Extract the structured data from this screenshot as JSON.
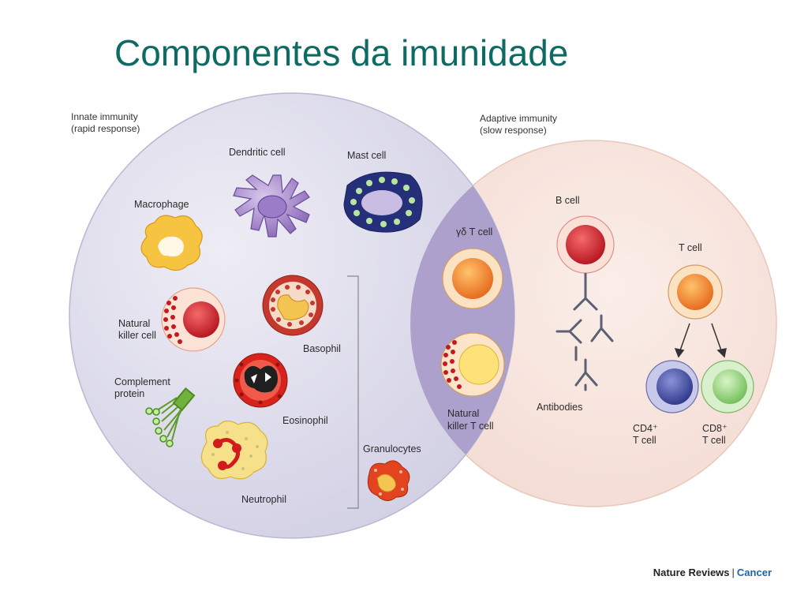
{
  "title": "Componentes da imunidade",
  "innate": {
    "line1": "Innate immunity",
    "line2": "(rapid response)"
  },
  "adaptive": {
    "line1": "Adaptive immunity",
    "line2": "(slow response)"
  },
  "cells": {
    "dendritic": "Dendritic cell",
    "mast": "Mast cell",
    "macrophage": "Macrophage",
    "nk_line1": "Natural",
    "nk_line2": "killer cell",
    "basophil": "Basophil",
    "complement_line1": "Complement",
    "complement_line2": "protein",
    "eosinophil": "Eosinophil",
    "neutrophil": "Neutrophil",
    "granulocytes": "Granulocytes",
    "gd_t_cell": "γδ T cell",
    "nkt_line1": "Natural",
    "nkt_line2": "killer T cell",
    "b_cell": "B cell",
    "antibodies": "Antibodies",
    "t_cell": "T cell",
    "cd4_line1": "CD4⁺",
    "cd4_line2": "T cell",
    "cd8_line1": "CD8⁺",
    "cd8_line2": "T cell"
  },
  "credit": {
    "journal": "Nature Reviews",
    "separator": "|",
    "section": "Cancer"
  },
  "colors": {
    "title": "#0e6b63",
    "innate_circle": "#dcdbe9",
    "adaptive_circle": "#f6e2dc",
    "overlap": "#a79ac9",
    "credit_accent": "#1e63a8"
  }
}
